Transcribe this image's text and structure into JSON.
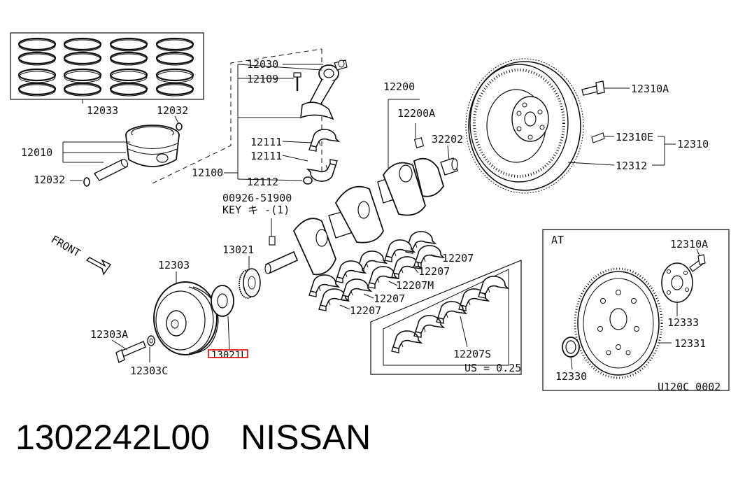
{
  "diagram": {
    "labels": {
      "l12033": "12033",
      "l12032a": "12032",
      "l12010": "12010",
      "l12032b": "12032",
      "l12030": "12030",
      "l12109": "12109",
      "l12111a": "12111",
      "l12111b": "12111",
      "l12100": "12100",
      "l12112": "12112",
      "l00926": "00926-51900",
      "lkey": "KEY キ -(1)",
      "lfront": "FRONT",
      "l12303": "12303",
      "l13021": "13021",
      "l12303a": "12303A",
      "l12303c": "12303C",
      "l13021l": "13021L",
      "l12200": "12200",
      "l12200a": "12200A",
      "l32202": "32202",
      "l12207a": "12207",
      "l12207b": "12207",
      "l12207m": "12207M",
      "l12207c": "12207",
      "l12207d": "12207",
      "l12207s": "12207S",
      "lus": "US = 0.25",
      "l12310a": "12310A",
      "l12310e": "12310E",
      "l12310": "12310",
      "l12312": "12312",
      "lat": "AT",
      "l12310a2": "12310A",
      "l12333": "12333",
      "l12331": "12331",
      "l12330": "12330",
      "lcode": "U120C 0002"
    },
    "highlight_color": "#e0201c"
  },
  "caption": {
    "part_number": "1302242L00",
    "brand": "NISSAN"
  }
}
